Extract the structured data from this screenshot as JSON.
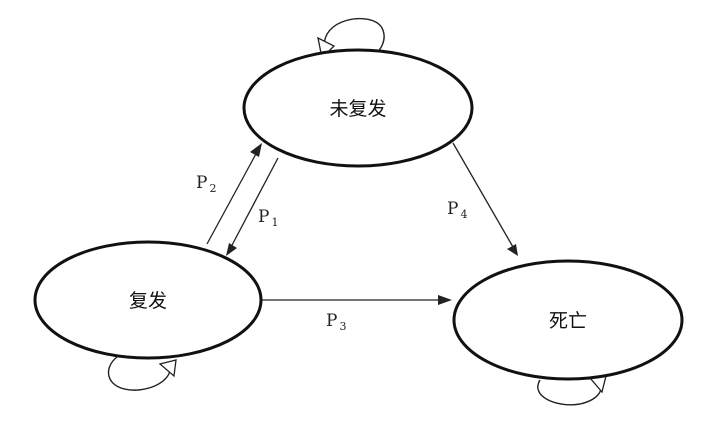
{
  "states": {
    "not_relapsed": "未复发",
    "relapsed": "复发",
    "death": "死亡"
  },
  "transitions": [
    {
      "base": "P",
      "sub": "1"
    },
    {
      "base": "P",
      "sub": "2"
    },
    {
      "base": "P",
      "sub": "3"
    },
    {
      "base": "P",
      "sub": "4"
    }
  ]
}
